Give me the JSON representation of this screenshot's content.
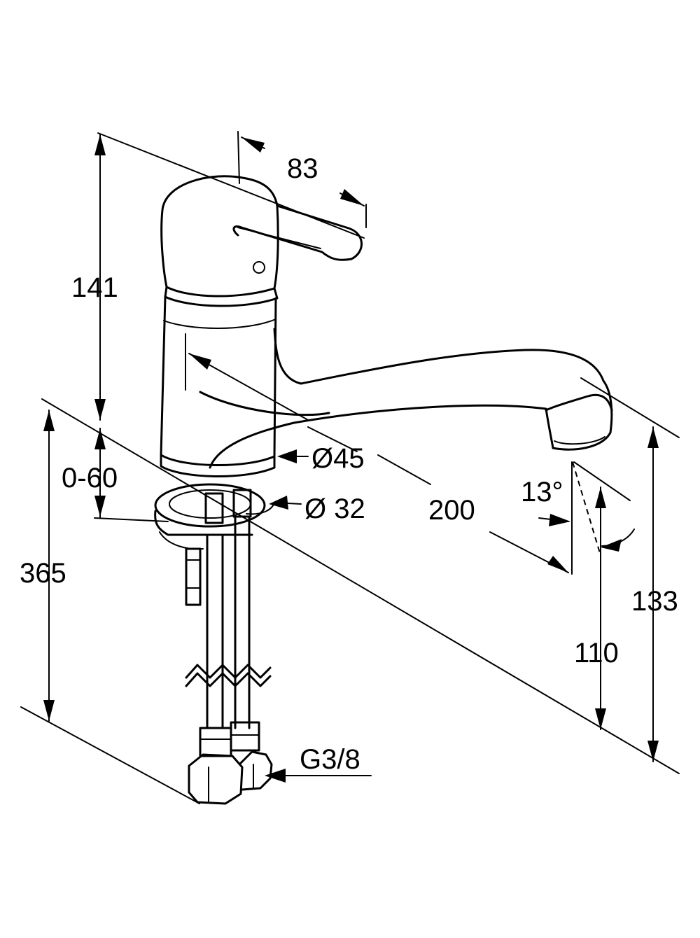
{
  "dimensions": {
    "lever_length": "83",
    "body_height": "141",
    "counter_thickness": "0-60",
    "body_diameter": "Ø45",
    "hole_diameter": "Ø 32",
    "hose_length": "365",
    "spout_reach": "200",
    "swivel_angle": "13°",
    "spout_height": "110",
    "total_height": "133",
    "connection_thread": "G3/8"
  }
}
